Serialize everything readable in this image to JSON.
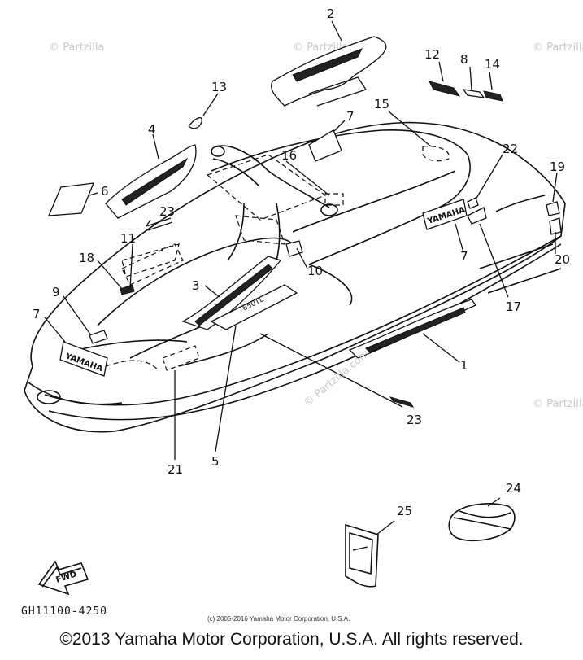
{
  "diagram": {
    "callouts": [
      {
        "id": "c2",
        "text": "2"
      },
      {
        "id": "c12",
        "text": "12"
      },
      {
        "id": "c8",
        "text": "8"
      },
      {
        "id": "c14",
        "text": "14"
      },
      {
        "id": "c13",
        "text": "13"
      },
      {
        "id": "c15",
        "text": "15"
      },
      {
        "id": "c7a",
        "text": "7"
      },
      {
        "id": "c4",
        "text": "4"
      },
      {
        "id": "c16",
        "text": "16"
      },
      {
        "id": "c22",
        "text": "22"
      },
      {
        "id": "c19",
        "text": "19"
      },
      {
        "id": "c6",
        "text": "6"
      },
      {
        "id": "c23a",
        "text": "23"
      },
      {
        "id": "c11",
        "text": "11"
      },
      {
        "id": "c18",
        "text": "18"
      },
      {
        "id": "c10",
        "text": "10"
      },
      {
        "id": "c7b",
        "text": "7"
      },
      {
        "id": "c20",
        "text": "20"
      },
      {
        "id": "c3",
        "text": "3"
      },
      {
        "id": "c17",
        "text": "17"
      },
      {
        "id": "c9",
        "text": "9"
      },
      {
        "id": "c7c",
        "text": "7"
      },
      {
        "id": "c1",
        "text": "1"
      },
      {
        "id": "c23b",
        "text": "23"
      },
      {
        "id": "c21",
        "text": "21"
      },
      {
        "id": "c5",
        "text": "5"
      },
      {
        "id": "c24",
        "text": "24"
      },
      {
        "id": "c25",
        "text": "25"
      }
    ],
    "decal_text": {
      "yamaha_front": "YAMAHA",
      "yamaha_side": "YAMAHA",
      "fwd_arrow": "FWD",
      "model_plate": "650TL"
    },
    "watermarks": {
      "center": "© Partzilla.com",
      "corner": "© Partzilla"
    },
    "diagram_code": "GH11100-4250",
    "copyright_small": "(c) 2005-2016 Yamaha Motor Corporation, U.S.A.",
    "copyright_main": "©2013 Yamaha Motor Corporation, U.S.A. All rights reserved."
  }
}
